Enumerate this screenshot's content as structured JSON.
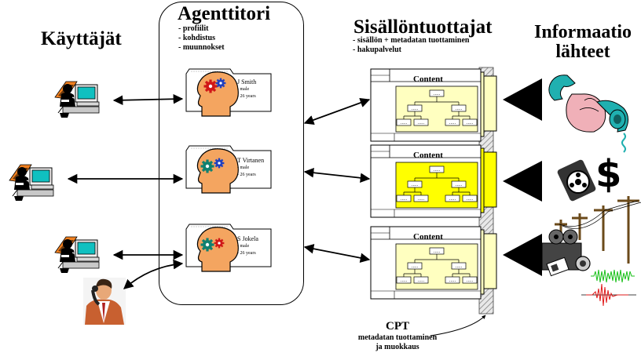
{
  "users": {
    "title": "Käyttäjät"
  },
  "agents": {
    "title": "Agenttitori",
    "bullets": [
      "- profiilit",
      "- kohdistus",
      "- muunnokset"
    ],
    "cards": [
      {
        "name": "J Smith",
        "line1": "- male",
        "line2": "- 26 years"
      },
      {
        "name": "T Virtanen",
        "line1": "- male",
        "line2": "- 26 years"
      },
      {
        "name": "S Jokela",
        "line1": "- male",
        "line2": "- 26 years"
      }
    ]
  },
  "producers": {
    "title": "Sisällöntuottajat",
    "bullets": [
      "- sisällön + metadatan tuottaminen",
      "- hakupalvelut"
    ],
    "panels": [
      {
        "title": "Content",
        "node_label": "....."
      },
      {
        "title": "Content",
        "node_label": "....."
      },
      {
        "title": "Content",
        "node_label": "....."
      }
    ]
  },
  "sources": {
    "title_line1": "Informaatio",
    "title_line2": "lähteet"
  },
  "cpt": {
    "title": "CPT",
    "line1": "metadatan tuottaminen",
    "line2": "ja muokkaus"
  },
  "colors": {
    "panel_light": "#ffffc0",
    "panel_bright": "#ffff00",
    "head": "#f4a560",
    "gear_red": "#d01818",
    "gear_blue": "#2040c0",
    "gear_teal": "#108070",
    "phone": "#20b0b0",
    "signal_green": "#18c018",
    "signal_red": "#e01818"
  },
  "icons": [
    "user-computer-icon",
    "head-gears-icon",
    "telephone-icon",
    "film-reel-icon",
    "dollar-icon",
    "utility-pole-icon",
    "camera-icon",
    "waveform-icon",
    "businessman-phone-icon",
    "arrow-icon"
  ]
}
